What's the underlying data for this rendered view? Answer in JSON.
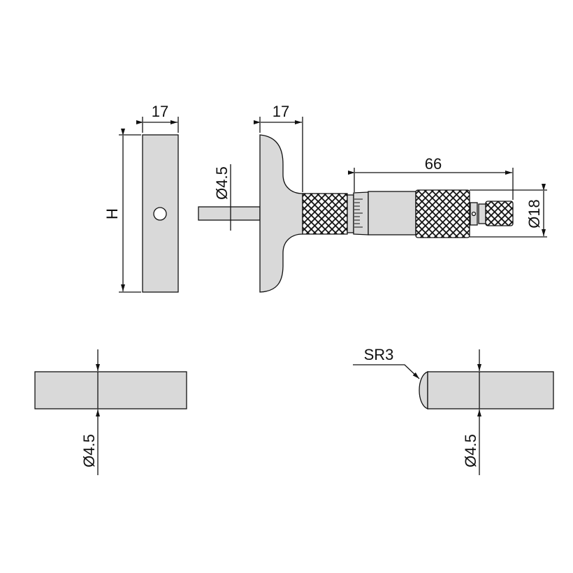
{
  "dimensions": {
    "base_width_left": "17",
    "base_width_right": "17",
    "height": "H",
    "rod_diameter_top": "Ø4.5",
    "length": "66",
    "thimble_diameter": "Ø18",
    "rod_diameter_flat": "Ø4.5",
    "rod_diameter_spherical": "Ø4.5",
    "sphere_radius": "SR3"
  },
  "colors": {
    "fill": "#d9d9d9",
    "line": "#111111"
  }
}
